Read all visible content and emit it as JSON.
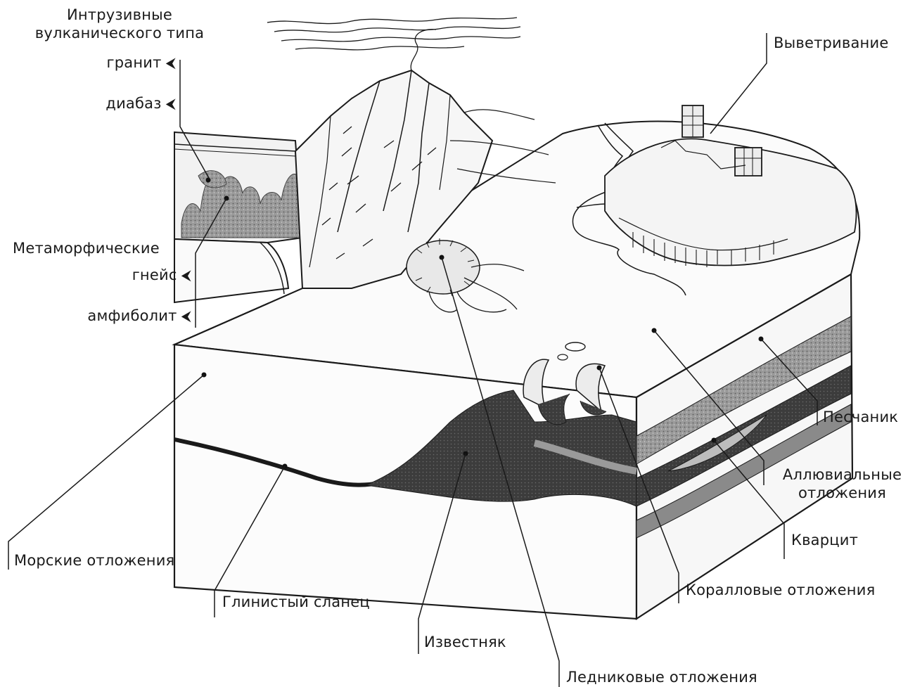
{
  "labels": {
    "intrusive_l1": "Интрузивные",
    "intrusive_l2": "вулканического типа",
    "granite": "гранит",
    "diabase": "диабаз",
    "metamorphic": "Метаморфические",
    "gneiss": "гнейс",
    "amphibolite": "амфиболит",
    "weathering": "Выветривание",
    "sandstone": "Песчаник",
    "alluvial_l1": "Аллювиальные",
    "alluvial_l2": "отложения",
    "quartzite": "Кварцит",
    "coral": "Коралловые отложения",
    "marine": "Морские отложения",
    "shale": "Глинистый сланец",
    "limestone": "Известняк",
    "glacial": "Ледниковые отложения"
  },
  "arrow_glyph": "⮜",
  "colors": {
    "line": "#1a1a1a",
    "dark_layer": "#3a3a3a",
    "mid_layer": "#8a8a8a",
    "light_layer": "#c8c8c8"
  }
}
